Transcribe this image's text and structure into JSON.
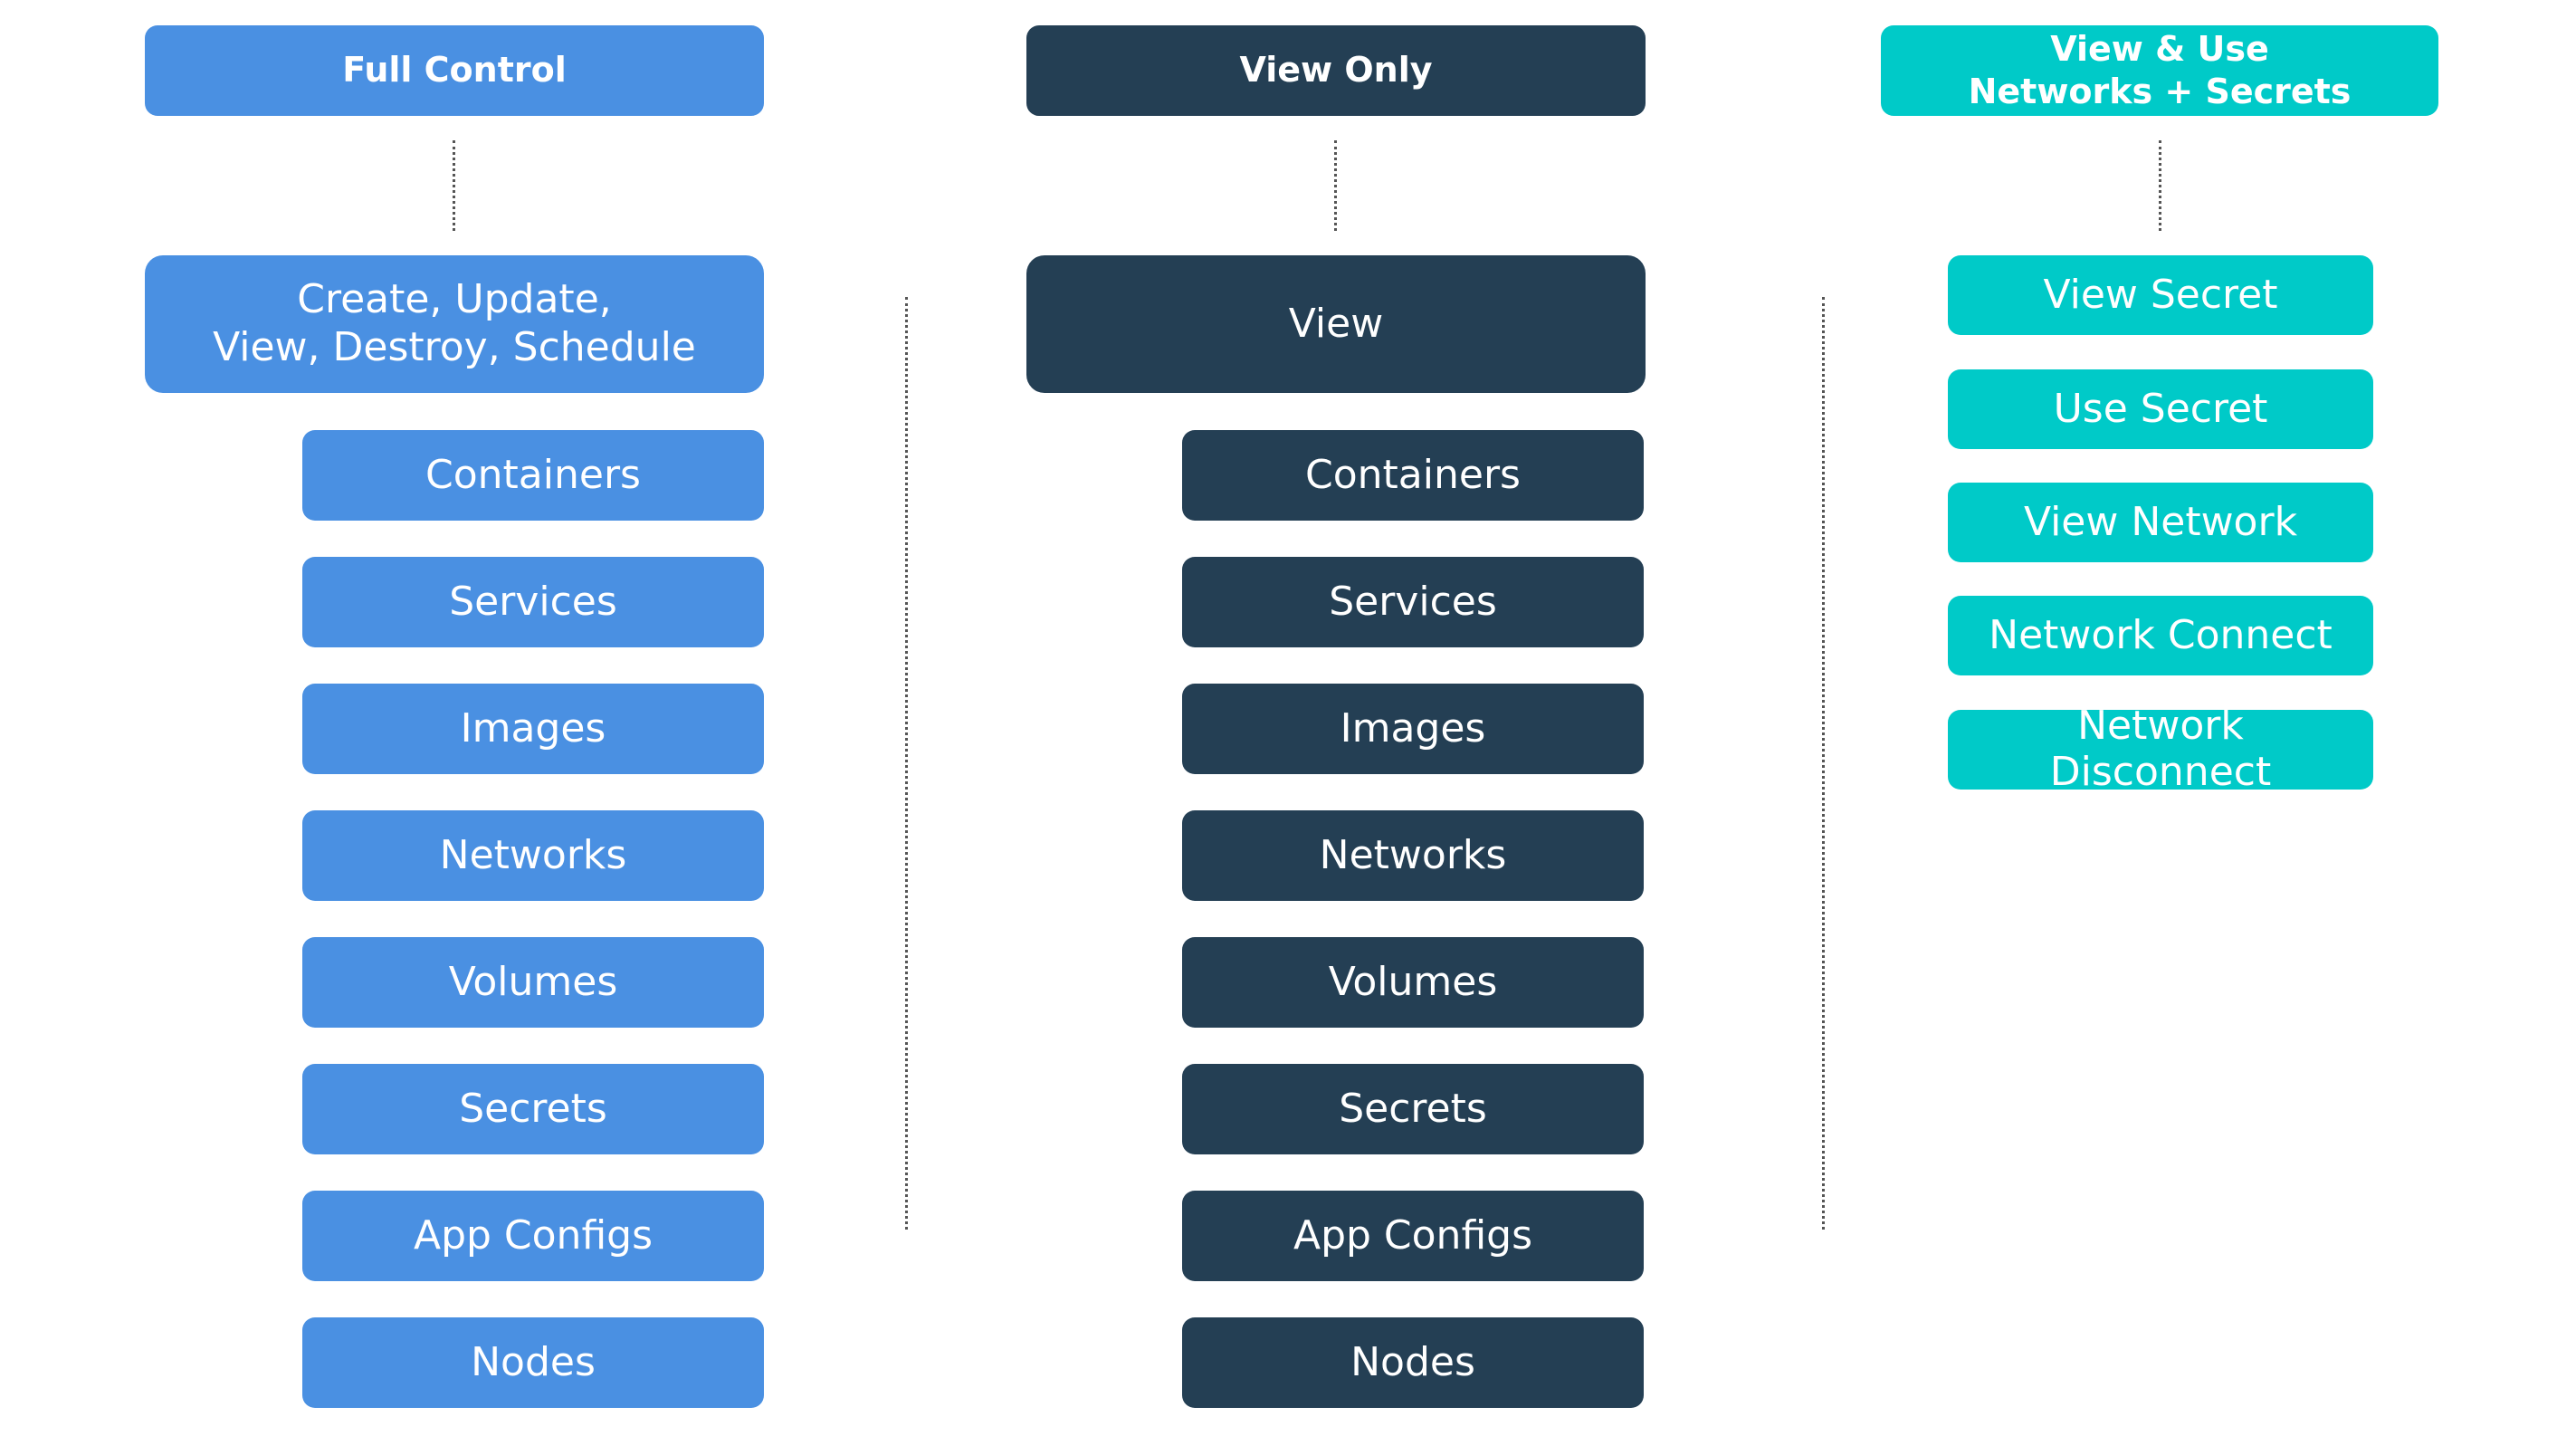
{
  "columns": [
    {
      "header": "Full Control",
      "action": "Create, Update,\nView, Destroy, Schedule",
      "items": [
        "Containers",
        "Services",
        "Images",
        "Networks",
        "Volumes",
        "Secrets",
        "App Configs",
        "Nodes"
      ],
      "color": "#4a90e2"
    },
    {
      "header": "View Only",
      "action": "View",
      "items": [
        "Containers",
        "Services",
        "Images",
        "Networks",
        "Volumes",
        "Secrets",
        "App Configs",
        "Nodes"
      ],
      "color": "#243f54"
    },
    {
      "header": "View & Use\nNetworks + Secrets",
      "permissions": [
        "View Secret",
        "Use Secret",
        "View Network",
        "Network Connect",
        "Network\nDisconnect"
      ],
      "color": "#00cac8"
    }
  ]
}
